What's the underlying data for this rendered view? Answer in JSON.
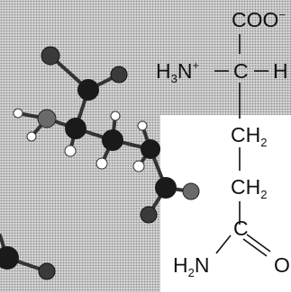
{
  "colors": {
    "halftone_bg": "#b9b9b9",
    "white_panel": "#ffffff",
    "bond": "#333333",
    "carbon_atom": "#1a1a1a",
    "oxygen_atom": "#3a3a3a",
    "nitrogen_atom": "#6a6a6a",
    "hydrogen_atom": "#ffffff",
    "text": "#111111"
  },
  "structure": {
    "carboxylate": "COO",
    "carboxylate_charge": "−",
    "alpha_amine": "H",
    "alpha_amine_count": "3",
    "alpha_amine_n": "N",
    "alpha_amine_charge": "+",
    "alpha_carbon": "C",
    "alpha_hydrogen": "H",
    "ch2_a_c": "CH",
    "ch2_a_count": "2",
    "ch2_b_c": "CH",
    "ch2_b_count": "2",
    "amide_carbon": "C",
    "amide_amine_h": "H",
    "amide_amine_count": "2",
    "amide_amine_n": "N",
    "amide_oxygen": "O"
  },
  "model_icons": [
    "ball-and-stick-molecule-icon"
  ]
}
